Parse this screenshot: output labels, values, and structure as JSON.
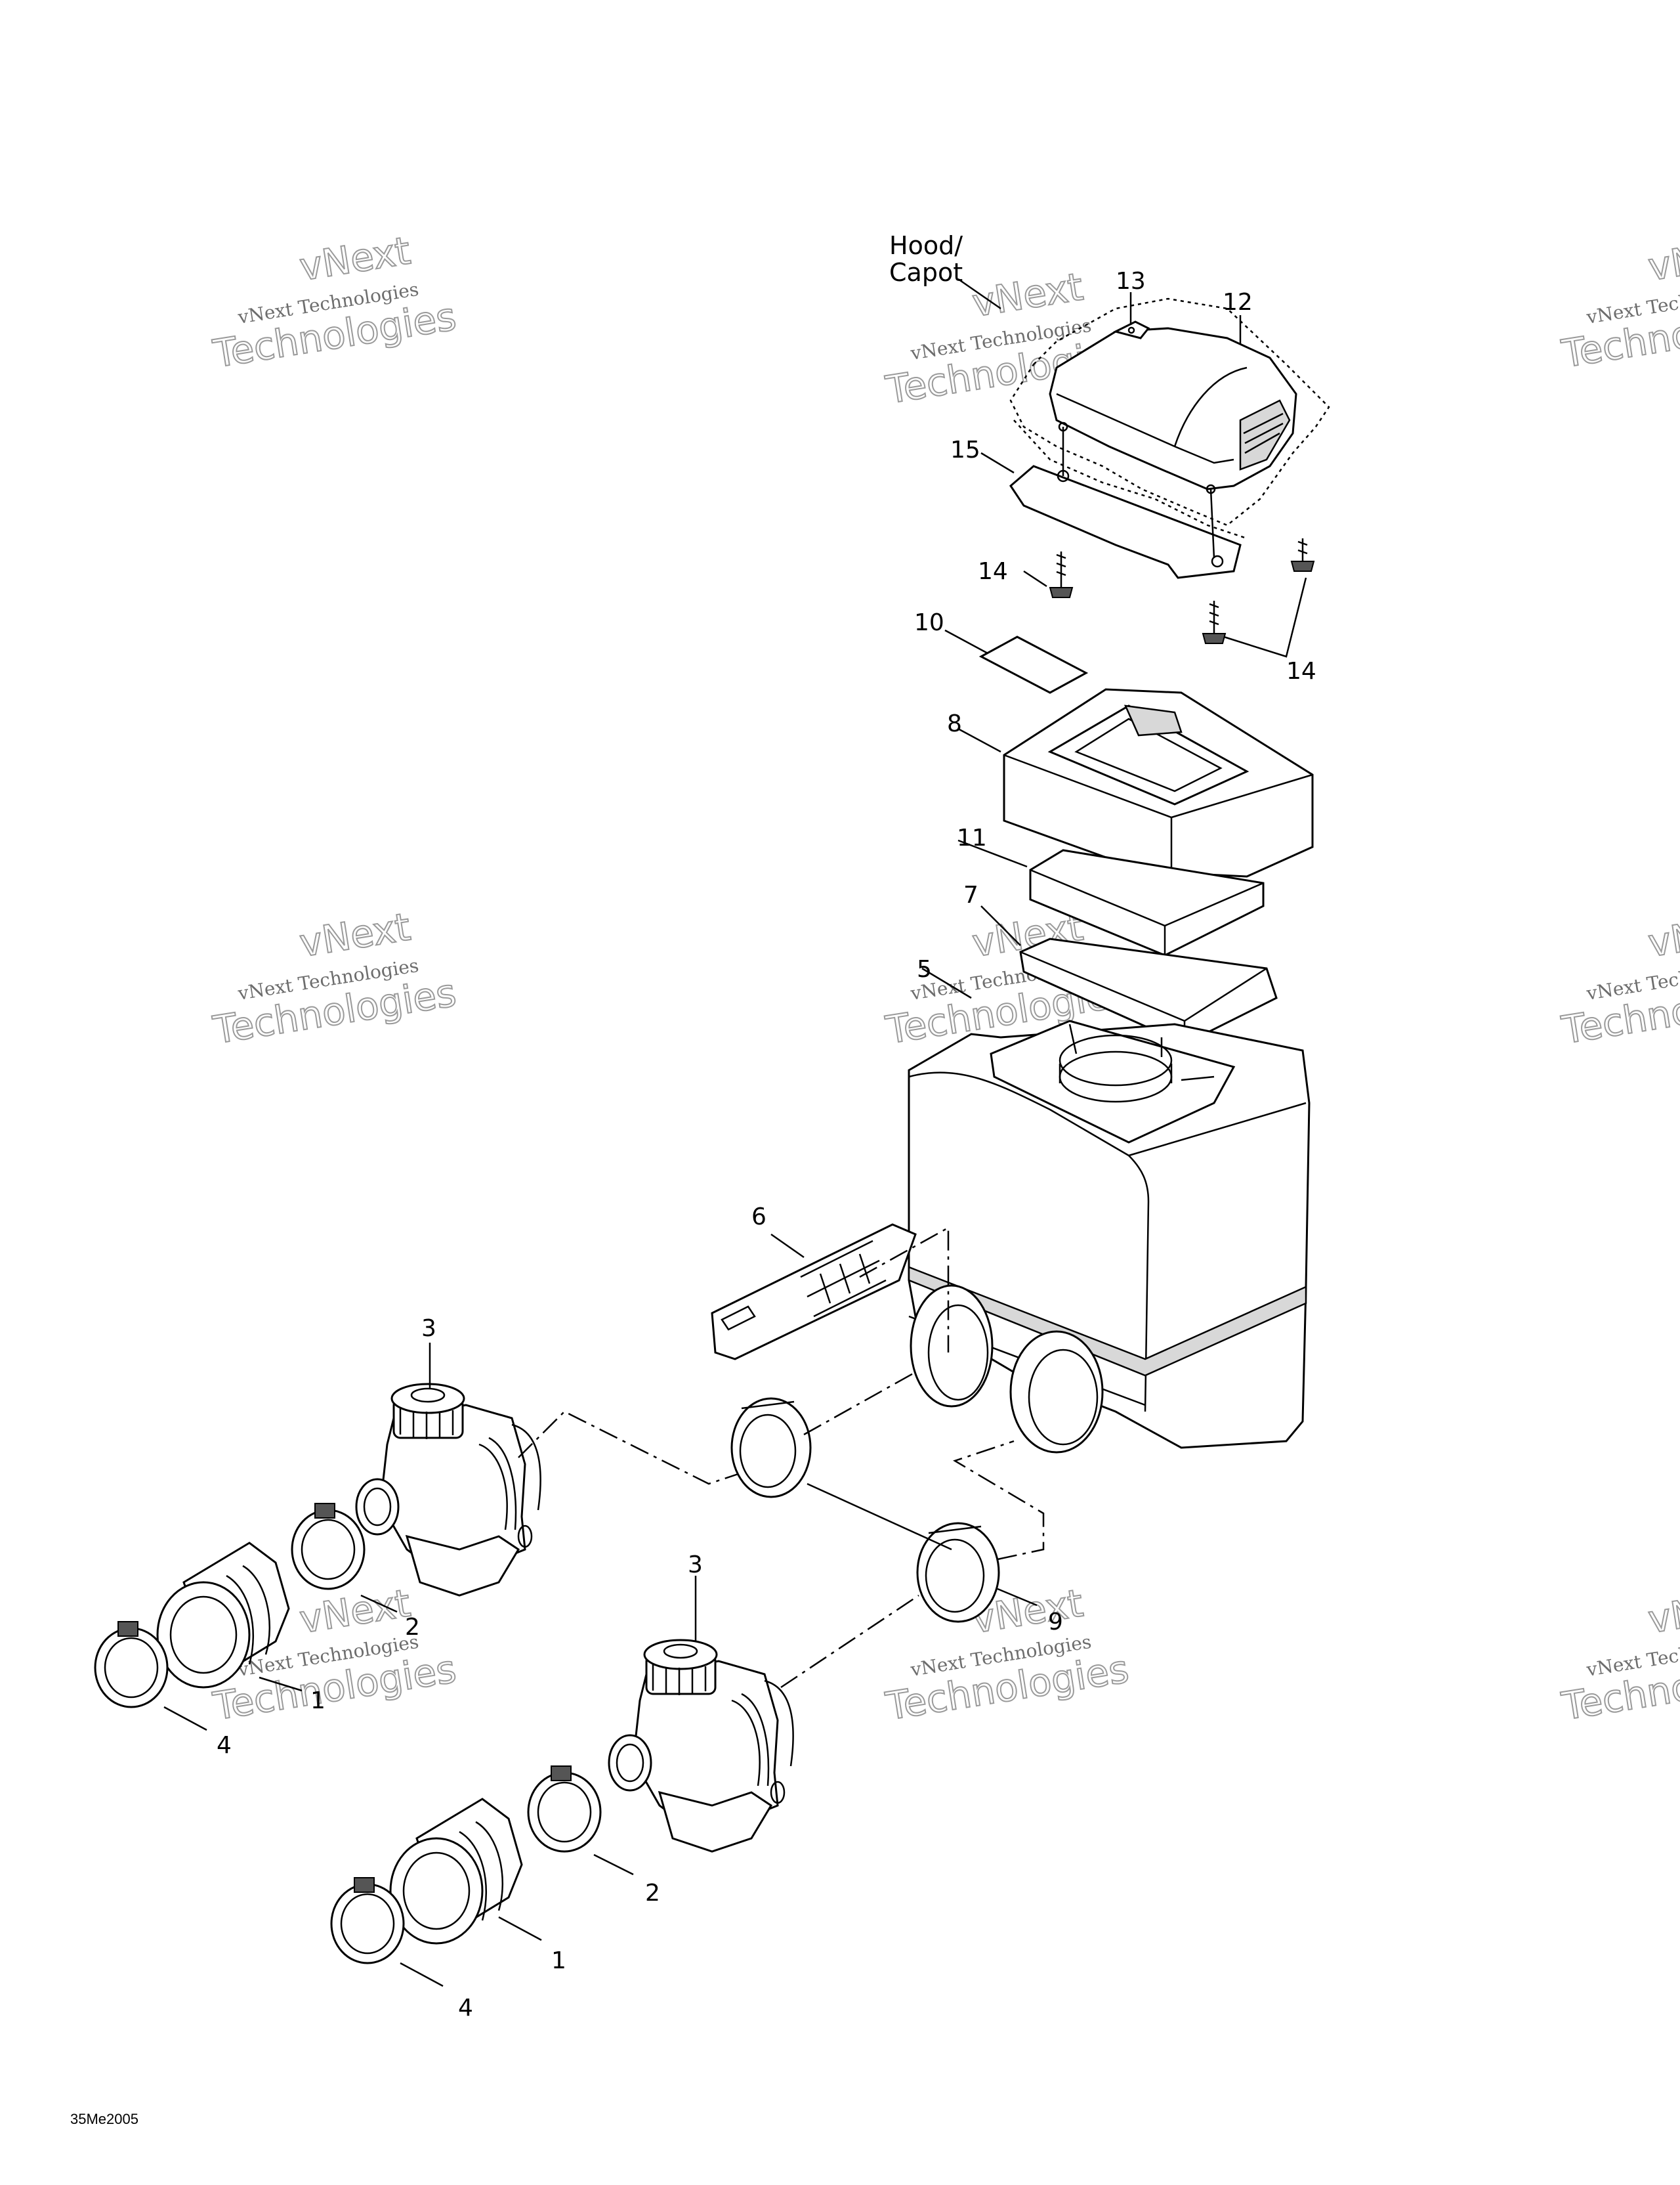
{
  "diagram": {
    "hood_label_line1": "Hood/",
    "hood_label_line2": "Capot",
    "figure_code": "35Me2005",
    "watermark_line1": "vNext Technologies",
    "watermark_line2": "Technologies",
    "watermark_line3": "vNext",
    "callouts": {
      "c1a": "1",
      "c1b": "1",
      "c2a": "2",
      "c2b": "2",
      "c3a": "3",
      "c3b": "3",
      "c4a": "4",
      "c4b": "4",
      "c5": "5",
      "c6": "6",
      "c7": "7",
      "c8": "8",
      "c9": "9",
      "c10": "10",
      "c11": "11",
      "c12": "12",
      "c13": "13",
      "c14a": "14",
      "c14b": "14",
      "c15": "15"
    }
  }
}
